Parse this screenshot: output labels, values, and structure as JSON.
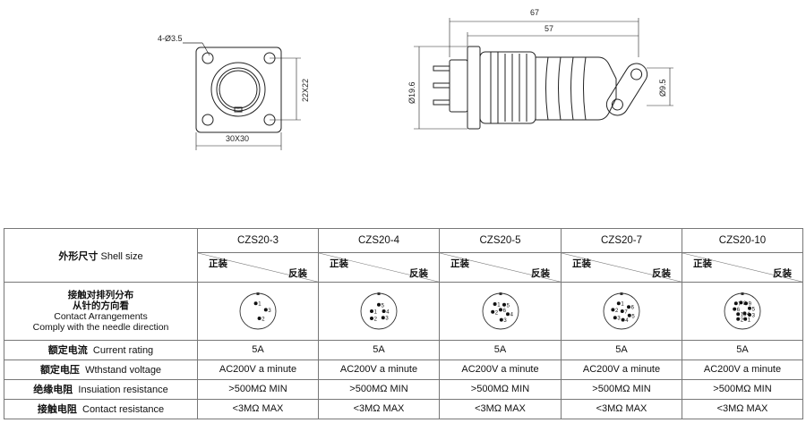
{
  "drawing": {
    "front_view": {
      "hole_label": "4-Ø3.5",
      "height_label": "22X22",
      "width_label": "30X30"
    },
    "side_view": {
      "total_length_label": "67",
      "body_length_label": "57",
      "diameter_label": "Ø19.6",
      "clamp_diameter_label": "Ø9.5"
    }
  },
  "table": {
    "shell_size_label_zh": "外形尺寸",
    "shell_size_label_en": "Shell size",
    "models": [
      "CZS20-3",
      "CZS20-4",
      "CZS20-5",
      "CZS20-7",
      "CZS20-10"
    ],
    "direction_forward": "正装",
    "direction_reverse": "反装",
    "contact_arrangement": {
      "zh_line1": "接触对排列分布",
      "zh_line2": "从针的方向看",
      "en_line1": "Contact Arrangements",
      "en_line2": "Comply with the needle direction"
    },
    "rows": [
      {
        "label_zh": "额定电流",
        "label_en": "Current rating",
        "values": [
          "5A",
          "5A",
          "5A",
          "5A",
          "5A"
        ]
      },
      {
        "label_zh": "额定电压",
        "label_en": "Wthstand voltage",
        "values": [
          "AC200V a minute",
          "AC200V a minute",
          "AC200V a minute",
          "AC200V a minute",
          "AC200V a minute"
        ]
      },
      {
        "label_zh": "绝缘电阻",
        "label_en": "Insuiation resistance",
        "values": [
          ">500MΩ MIN",
          ">500MΩ MIN",
          ">500MΩ MIN",
          ">500MΩ MIN",
          ">500MΩ MIN"
        ]
      },
      {
        "label_zh": "接触电阻",
        "label_en": "Contact resistance",
        "values": [
          "<3MΩ MAX",
          "<3MΩ MAX",
          "<3MΩ MAX",
          "<3MΩ MAX",
          "<3MΩ MAX"
        ]
      }
    ],
    "pin_layouts": [
      {
        "pins": [
          [
            "1",
            -0.15,
            -0.55
          ],
          [
            "2",
            0.1,
            0.5
          ],
          [
            "3",
            0.55,
            -0.1
          ]
        ]
      },
      {
        "pins": [
          [
            "1",
            -0.5,
            0.0
          ],
          [
            "2",
            -0.5,
            0.5
          ],
          [
            "3",
            0.3,
            0.45
          ],
          [
            "4",
            0.35,
            0.0
          ],
          [
            "5",
            0.0,
            -0.45
          ]
        ]
      },
      {
        "pins": [
          [
            "1",
            -0.4,
            -0.5
          ],
          [
            "2",
            -0.55,
            0.05
          ],
          [
            "3",
            0.05,
            0.6
          ],
          [
            "4",
            0.5,
            0.2
          ],
          [
            "5",
            0.25,
            -0.45
          ],
          [
            "6",
            0.0,
            -0.1
          ]
        ]
      },
      {
        "pins": [
          [
            "1",
            -0.2,
            -0.55
          ],
          [
            "2",
            -0.6,
            -0.1
          ],
          [
            "3",
            -0.45,
            0.45
          ],
          [
            "4",
            0.1,
            0.6
          ],
          [
            "5",
            0.55,
            0.3
          ],
          [
            "6",
            0.5,
            -0.3
          ],
          [
            "7",
            0.05,
            0.0
          ]
        ]
      },
      {
        "pins": [
          [
            "7",
            -0.45,
            -0.55
          ],
          [
            "8",
            -0.1,
            -0.6
          ],
          [
            "9",
            0.25,
            -0.55
          ],
          [
            "6",
            -0.55,
            -0.15
          ],
          [
            "5",
            0.5,
            -0.2
          ],
          [
            "10",
            -0.3,
            0.2
          ],
          [
            "4",
            0.15,
            0.15
          ],
          [
            "3",
            0.5,
            0.25
          ],
          [
            "2",
            -0.3,
            0.55
          ],
          [
            "1",
            0.2,
            0.55
          ]
        ]
      }
    ]
  }
}
